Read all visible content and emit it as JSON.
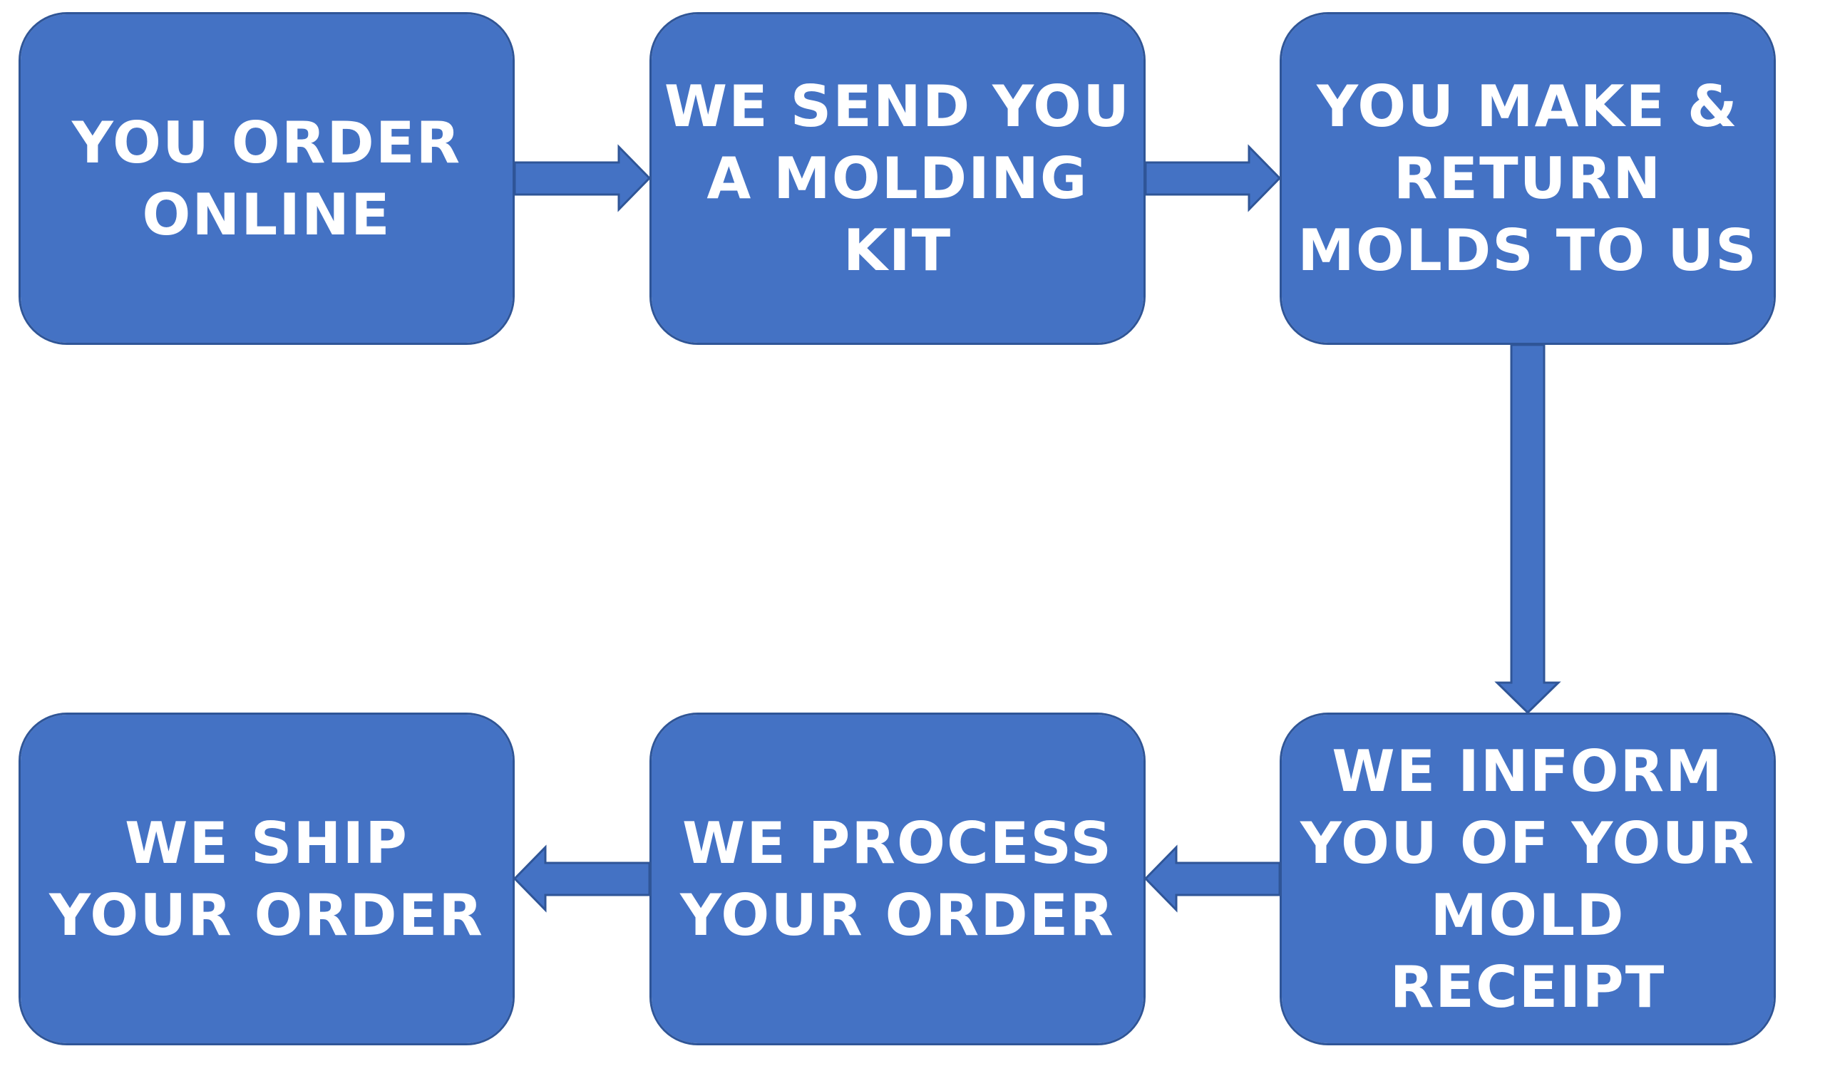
{
  "diagram": {
    "colors": {
      "box_fill": "#4472c4",
      "box_border": "#2f5597",
      "text": "#ffffff",
      "background": "#ffffff"
    },
    "steps": [
      {
        "label": "YOU ORDER\nONLINE"
      },
      {
        "label": "WE SEND YOU\nA MOLDING\nKIT"
      },
      {
        "label": "YOU MAKE &\nRETURN\nMOLDS TO US"
      },
      {
        "label": "WE INFORM\nYOU OF YOUR\nMOLD\nRECEIPT"
      },
      {
        "label": "WE PROCESS\nYOUR ORDER"
      },
      {
        "label": "WE SHIP\nYOUR ORDER"
      }
    ],
    "connectors": [
      {
        "from": 1,
        "to": 2,
        "direction": "right"
      },
      {
        "from": 2,
        "to": 3,
        "direction": "right"
      },
      {
        "from": 3,
        "to": 4,
        "direction": "down"
      },
      {
        "from": 4,
        "to": 5,
        "direction": "left"
      },
      {
        "from": 5,
        "to": 6,
        "direction": "left"
      }
    ]
  }
}
